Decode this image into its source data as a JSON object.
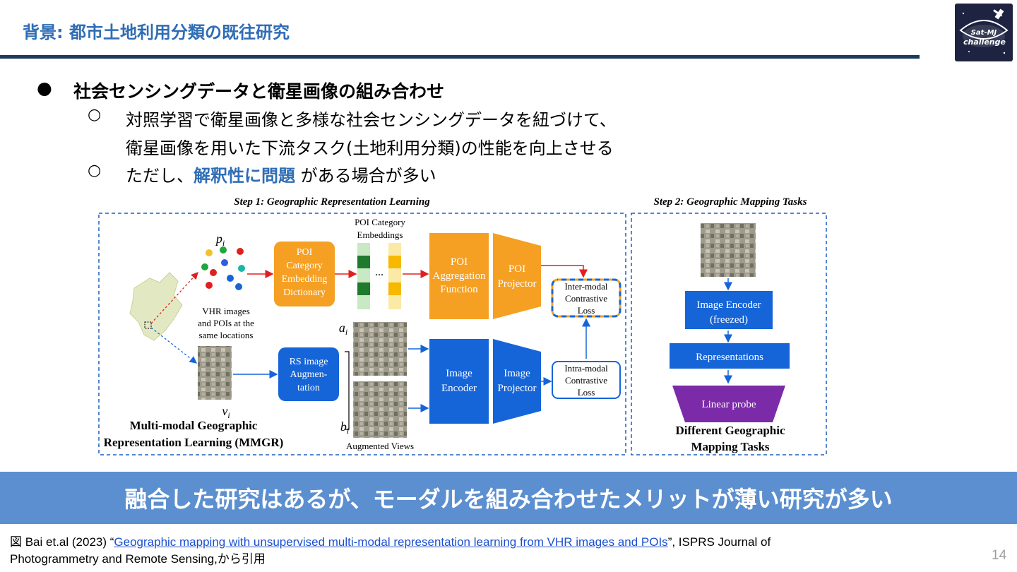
{
  "slide": {
    "title": "背景: 都市土地利用分類の既往研究",
    "page_number": "14"
  },
  "logo": {
    "text_line1": "Sat-MJ",
    "text_line2": "challenge"
  },
  "bullets": {
    "main_marker": "●",
    "main": "社会センシングデータと衛星画像の組み合わせ",
    "sub_marker": "○",
    "sub1_line1": "対照学習で衛星画像と多様な社会センシングデータを紐づけて、",
    "sub1_line2": "衛星画像を用いた下流タスク(土地利用分類)の性能を向上させる",
    "sub2_prefix": "ただし、",
    "sub2_highlight": "解釈性に問題",
    "sub2_suffix": " がある場合が多い"
  },
  "figure": {
    "step1_title": "Step 1: Geographic Representation Learning",
    "step2_title": "Step 2: Geographic Mapping Tasks",
    "p_i": "p",
    "v_i": "v",
    "a_i": "a",
    "b_i": "b",
    "subscript_i": "i",
    "vhr_caption_1": "VHR images",
    "vhr_caption_2": "and POIs at the",
    "vhr_caption_3": "same locations",
    "poi_dict_1": "POI",
    "poi_dict_2": "Category",
    "poi_dict_3": "Embedding",
    "poi_dict_4": "Dictionary",
    "poi_cat_emb_1": "POI Category",
    "poi_cat_emb_2": "Embeddings",
    "ellipsis": "...",
    "poi_agg_1": "POI",
    "poi_agg_2": "Aggregation",
    "poi_agg_3": "Function",
    "poi_proj_1": "POI",
    "poi_proj_2": "Projector",
    "inter_1": "Inter-modal",
    "inter_2": "Contrastive",
    "inter_3": "Loss",
    "rs_aug_1": "RS image",
    "rs_aug_2": "Augmen-",
    "rs_aug_3": "tation",
    "img_enc_1": "Image",
    "img_enc_2": "Encoder",
    "img_proj_1": "Image",
    "img_proj_2": "Projector",
    "intra_1": "Intra-modal",
    "intra_2": "Contrastive",
    "intra_3": "Loss",
    "aug_views": "Augmented Views",
    "mmgr_1": "Multi-modal Geographic",
    "mmgr_2": "Representation Learning (MMGR)",
    "frozen_enc_1": "Image Encoder",
    "frozen_enc_2": "(freezed)",
    "representations": "Representations",
    "linear_probe": "Linear probe",
    "tasks_1": "Different Geographic",
    "tasks_2": "Mapping Tasks"
  },
  "banner": {
    "text": "融合した研究はあるが、モーダルを組み合わせたメリットが薄い研究が多い"
  },
  "citation": {
    "prefix": "図 Bai et.al (2023) “",
    "link_text": "Geographic mapping with unsupervised multi-modal representation  learning from VHR images and POIs",
    "suffix_line1": "”, ISPRS Journal of",
    "line2": "Photogrammetry and Remote Sensing,から引用"
  },
  "colors": {
    "title_blue": "#2f6db5",
    "rule_navy": "#1b3a5c",
    "banner_blue": "#5b8fd0",
    "poi_orange": "#f5a023",
    "image_blue": "#1565d8",
    "probe_purple": "#7b2aa8",
    "link_blue": "#1a4fd0"
  }
}
